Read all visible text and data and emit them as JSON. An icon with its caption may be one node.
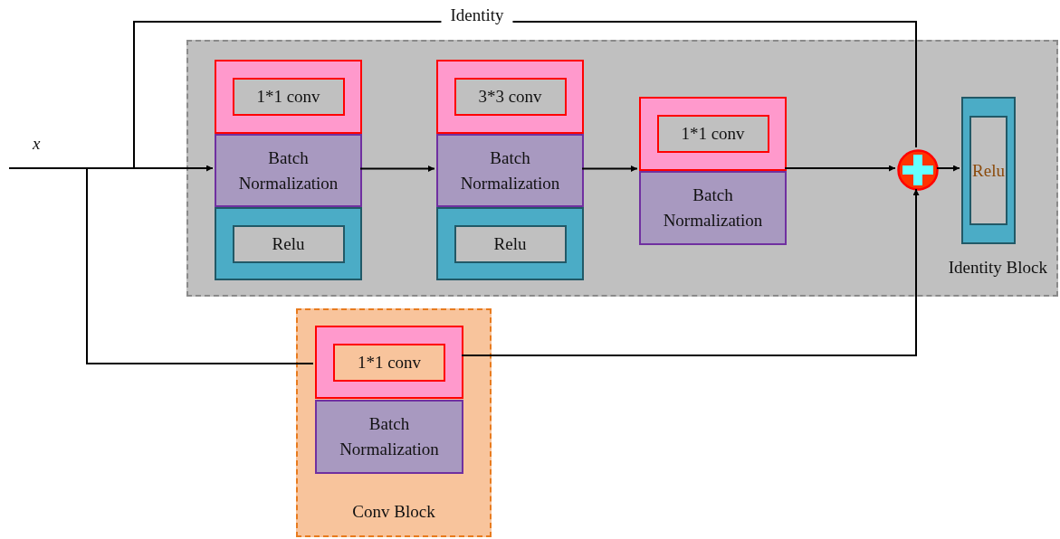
{
  "diagram": {
    "nodes": [
      {
        "text": [
          "Identity Block"
        ]
      },
      {
        "text": [
          "1*1 conv"
        ],
        "in": 0
      },
      {
        "text": [
          "Batch Normalization"
        ],
        "in": 0
      },
      {
        "text": [
          "Relu"
        ],
        "in": 0
      },
      {
        "text": [
          "3*3 conv"
        ],
        "in": 0
      },
      {
        "text": [
          "Batch Normalization"
        ],
        "in": 0
      },
      {
        "text": [
          "Relu"
        ],
        "in": 0
      },
      {
        "text": [
          "1*1 conv"
        ],
        "in": 0
      },
      {
        "text": [
          "Batch Normalization"
        ],
        "in": 0
      },
      {
        "text": [],
        "shape": "circle",
        "in": 0
      },
      {
        "text": [
          "Relu"
        ],
        "in": 0
      },
      {
        "text": [
          "Conv Block"
        ]
      },
      {
        "text": [
          "1*1 conv"
        ],
        "in": 11
      },
      {
        "text": [
          "Batch Normalization"
        ],
        "in": 11
      }
    ],
    "edges": [
      {
        "from": null,
        "to": 2,
        "arrow": "to"
      },
      {
        "from": 2,
        "to": 5,
        "arrow": "to"
      },
      {
        "from": 5,
        "to": 7,
        "arrow": "to"
      },
      {
        "from": 7,
        "to": 9,
        "arrow": "to"
      },
      {
        "from": 9,
        "to": 10,
        "arrow": "to"
      },
      {
        "from": null,
        "to": 9,
        "arrow": "none",
        "label": "Identity"
      },
      {
        "from": null,
        "to": 12,
        "arrow": "none"
      },
      {
        "from": 12,
        "to": 9,
        "arrow": "to"
      }
    ],
    "labels": [
      "x"
    ]
  }
}
